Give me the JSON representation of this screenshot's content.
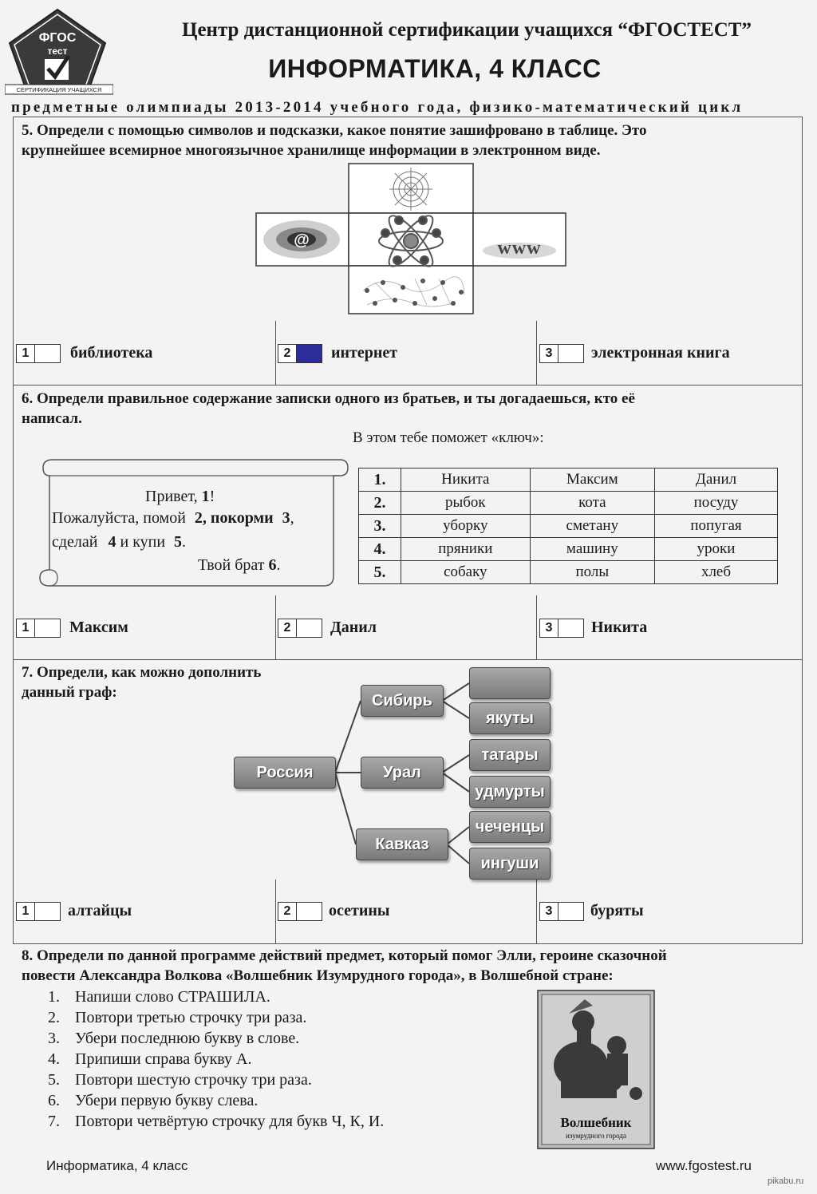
{
  "header": {
    "logo_line1": "ФГОС",
    "logo_line2": "тест",
    "logo_band": "СЕРТИФИКАЦИЯ УЧАЩИХСЯ",
    "center_name": "Центр дистанционной сертификации учащихся “ФГОСТЕСТ”",
    "subject": "ИНФОРМАТИКА, 4 КЛАСС",
    "subtitle": "предметные олимпиады 2013-2014 учебного года, физико-математический цикл"
  },
  "q5": {
    "text_line1": "5. Определи с помощью символов и подсказки, какое понятие зашифровано в таблице. Это",
    "text_line2": "крупнейшее всемирное многоязычное хранилище информации в электронном виде.",
    "at_symbol": "@",
    "www_label": "www",
    "options": [
      {
        "num": "1",
        "label": "библиотека",
        "checked": false
      },
      {
        "num": "2",
        "label": "интернет",
        "checked": true
      },
      {
        "num": "3",
        "label": "электронная книга",
        "checked": false
      }
    ]
  },
  "q6": {
    "text_line1": "6. Определи правильное содержание записки одного из братьев, и ты догадаешься, кто её",
    "text_line2": "написал.",
    "hint": "В этом тебе поможет «ключ»:",
    "note": {
      "l1_a": "Привет, ",
      "l1_b": "1",
      "l1_c": "!",
      "l2_a": "Пожалуйста, помой ",
      "l2_b": "2",
      "l2_c": ", покорми ",
      "l2_d": "3",
      "l2_e": ",",
      "l3_a": "сделай ",
      "l3_b": "4",
      "l3_c": " и купи ",
      "l3_d": "5",
      "l3_e": ".",
      "l4_a": "Твой брат ",
      "l4_b": "6",
      "l4_c": "."
    },
    "key_rows": [
      [
        "1.",
        "Никита",
        "Максим",
        "Данил"
      ],
      [
        "2.",
        "рыбок",
        "кота",
        "посуду"
      ],
      [
        "3.",
        "уборку",
        "сметану",
        "попугая"
      ],
      [
        "4.",
        "пряники",
        "машину",
        "уроки"
      ],
      [
        "5.",
        "собаку",
        "полы",
        "хлеб"
      ]
    ],
    "options": [
      {
        "num": "1",
        "label": "Максим",
        "checked": false
      },
      {
        "num": "2",
        "label": "Данил",
        "checked": false
      },
      {
        "num": "3",
        "label": "Никита",
        "checked": false
      }
    ]
  },
  "q7": {
    "text_line1": "7. Определи, как можно дополнить",
    "text_line2": "данный граф:",
    "graph": {
      "root": "Россия",
      "sib": "Сибирь",
      "ural": "Урал",
      "kavkaz": "Кавказ",
      "sib_leaf1": "",
      "sib_leaf2": "якуты",
      "ural_leaf1": "татары",
      "ural_leaf2": "удмурты",
      "kav_leaf1": "чеченцы",
      "kav_leaf2": "ингуши"
    },
    "options": [
      {
        "num": "1",
        "label": "алтайцы",
        "checked": false
      },
      {
        "num": "2",
        "label": "осетины",
        "checked": false
      },
      {
        "num": "3",
        "label": "буряты",
        "checked": false
      }
    ]
  },
  "q8": {
    "text_line1": "8. Определи по данной программе действий предмет, который помог Элли, героине сказочной",
    "text_line2": "повести Александра Волкова «Волшебник Изумрудного города»,  в Волшебной стране:",
    "steps": [
      "Напиши слово СТРАШИЛА.",
      "Повтори третью строчку три раза.",
      "Убери последнюю букву в слове.",
      "Припиши справа букву А.",
      "Повтори шестую строчку  три раза.",
      "Убери  первую букву слева.",
      "Повтори четвёртую строчку для букв Ч, К, И."
    ],
    "book_title": "Волшебник",
    "book_subtitle": "изумрудного города"
  },
  "footer": {
    "left": "Информатика, 4 класс",
    "right": "www.fgostest.ru",
    "watermark": "pikabu.ru"
  }
}
